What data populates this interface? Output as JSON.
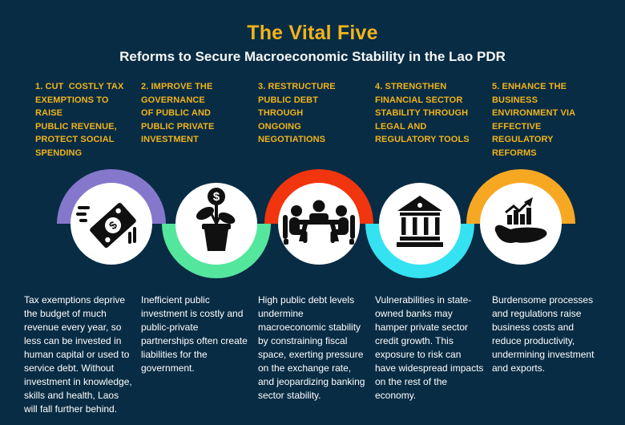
{
  "title": "The Vital Five",
  "subtitle": "Reforms to Secure Macroeconomic Stability in the Lao PDR",
  "glyphs": {
    "dollar": "$"
  },
  "colors": {
    "background": "#082c44",
    "accent_gold": "#f1b31c",
    "text_white": "#ffffff",
    "icon_black": "#101010",
    "ring_purple": "#8577cc",
    "ring_green": "#55e69d",
    "ring_red": "#f1350e",
    "ring_cyan": "#35e2f2",
    "ring_amber": "#f7a823"
  },
  "columns": [
    {
      "heading": "1. CUT  COSTLY TAX\nEXEMPTIONS TO RAISE\nPUBLIC REVENUE,\nPROTECT SOCIAL\nSPENDING",
      "body": "Tax exemptions deprive the budget of much revenue every year, so less can be invested in human capital or used to service debt. Without investment in knowledge, skills and health, Laos will fall further behind.",
      "icon": "flying-money-icon",
      "ring_color": "#8577cc",
      "ring_position": "top"
    },
    {
      "heading": "2. IMPROVE THE\nGOVERNANCE\nOF PUBLIC AND\nPUBLIC PRIVATE\nINVESTMENT",
      "body": "Inefficient public investment is costly and public-private partnerships often create liabilities for the government.",
      "icon": "money-plant-icon",
      "ring_color": "#55e69d",
      "ring_position": "bottom"
    },
    {
      "heading": "3. RESTRUCTURE\nPUBLIC DEBT\nTHROUGH\nONGOING\nNEGOTIATIONS",
      "body": "High public debt levels undermine macroeconomic stability by constraining fiscal space, exerting pressure on the exchange rate, and jeopardizing banking sector stability.",
      "icon": "negotiation-table-icon",
      "ring_color": "#f1350e",
      "ring_position": "top"
    },
    {
      "heading": "4. STRENGTHEN\nFINANCIAL SECTOR\nSTABILITY THROUGH\nLEGAL AND\nREGULATORY TOOLS",
      "body": "Vulnerabilities in state-owned banks may hamper private sector credit growth. This exposure to risk can have widespread impacts on the rest of the economy.",
      "icon": "bank-building-icon",
      "ring_color": "#35e2f2",
      "ring_position": "bottom"
    },
    {
      "heading": "5. ENHANCE THE\nBUSINESS\nENVIRONMENT VIA\nEFFECTIVE REGULATORY\nREFORMS",
      "body": "Burdensome processes and regulations raise business costs and reduce productivity, undermining investment and exports.",
      "icon": "hand-growth-chart-icon",
      "ring_color": "#f7a823",
      "ring_position": "top"
    }
  ]
}
